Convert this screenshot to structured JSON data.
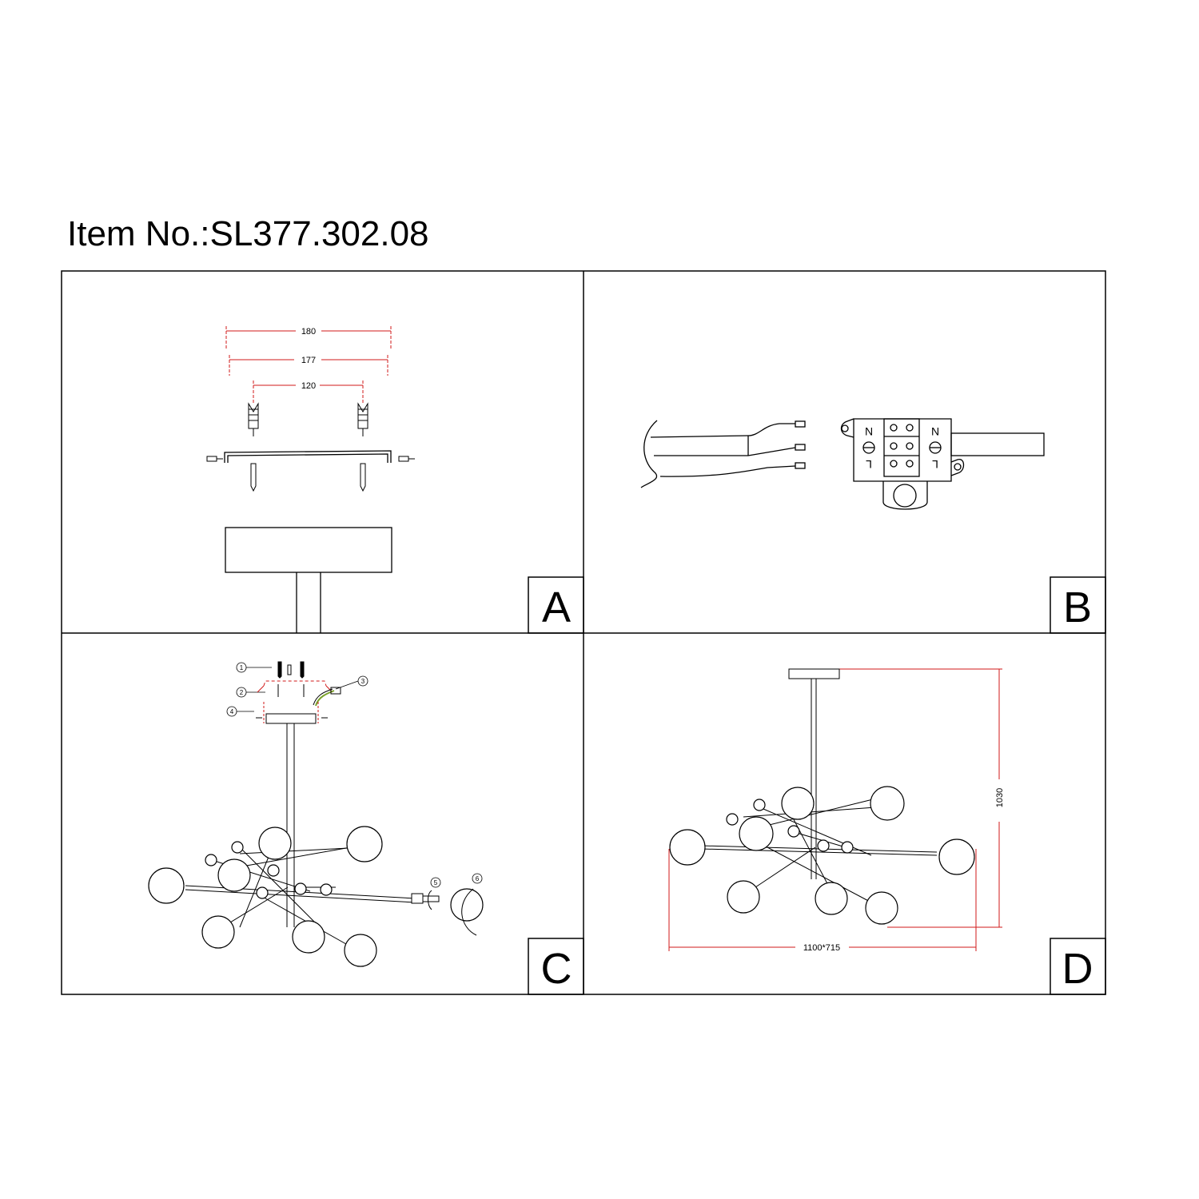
{
  "title": "Item No.:SL377.302.08",
  "panels": {
    "a": {
      "letter": "A",
      "dims": [
        "180",
        "177",
        "120"
      ]
    },
    "b": {
      "letter": "B",
      "terminals_left": [
        "N",
        "L"
      ],
      "terminals_right": [
        "N",
        "L"
      ]
    },
    "c": {
      "letter": "C",
      "steps": [
        "1",
        "2",
        "3",
        "4",
        "5",
        "6"
      ]
    },
    "d": {
      "letter": "D",
      "height": "1030",
      "width": "1100*715"
    }
  },
  "colors": {
    "dimension": "#d11a1a",
    "line": "#000000",
    "earth_wire": "#7aa22a"
  }
}
